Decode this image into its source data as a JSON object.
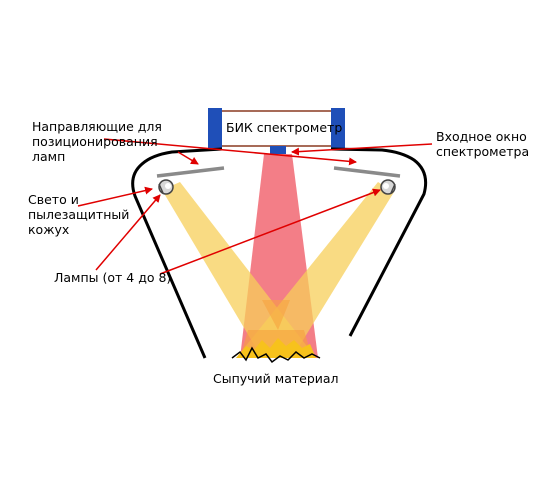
{
  "labels": {
    "spectrometer": "БИК спектрометр",
    "guides_line1": "Направляющие для",
    "guides_line2": "позиционирования",
    "guides_line3": "ламп",
    "window_line1": "Входное окно",
    "window_line2": "спектрометра",
    "housing_line1": "Свето и",
    "housing_line2": "пылезащитный",
    "housing_line3": "кожух",
    "lamps": "Лампы (от 4 до 8)",
    "material": "Сыпучий материал"
  },
  "colors": {
    "housing": "#000000",
    "spectrometer_body": "#1f4fb8",
    "arrow": "#e00000",
    "lamp_beam": "#f7d36a",
    "spectrometer_beam": "#f2707a",
    "overlap": "#f7a03c",
    "material": "#f7c21c"
  }
}
